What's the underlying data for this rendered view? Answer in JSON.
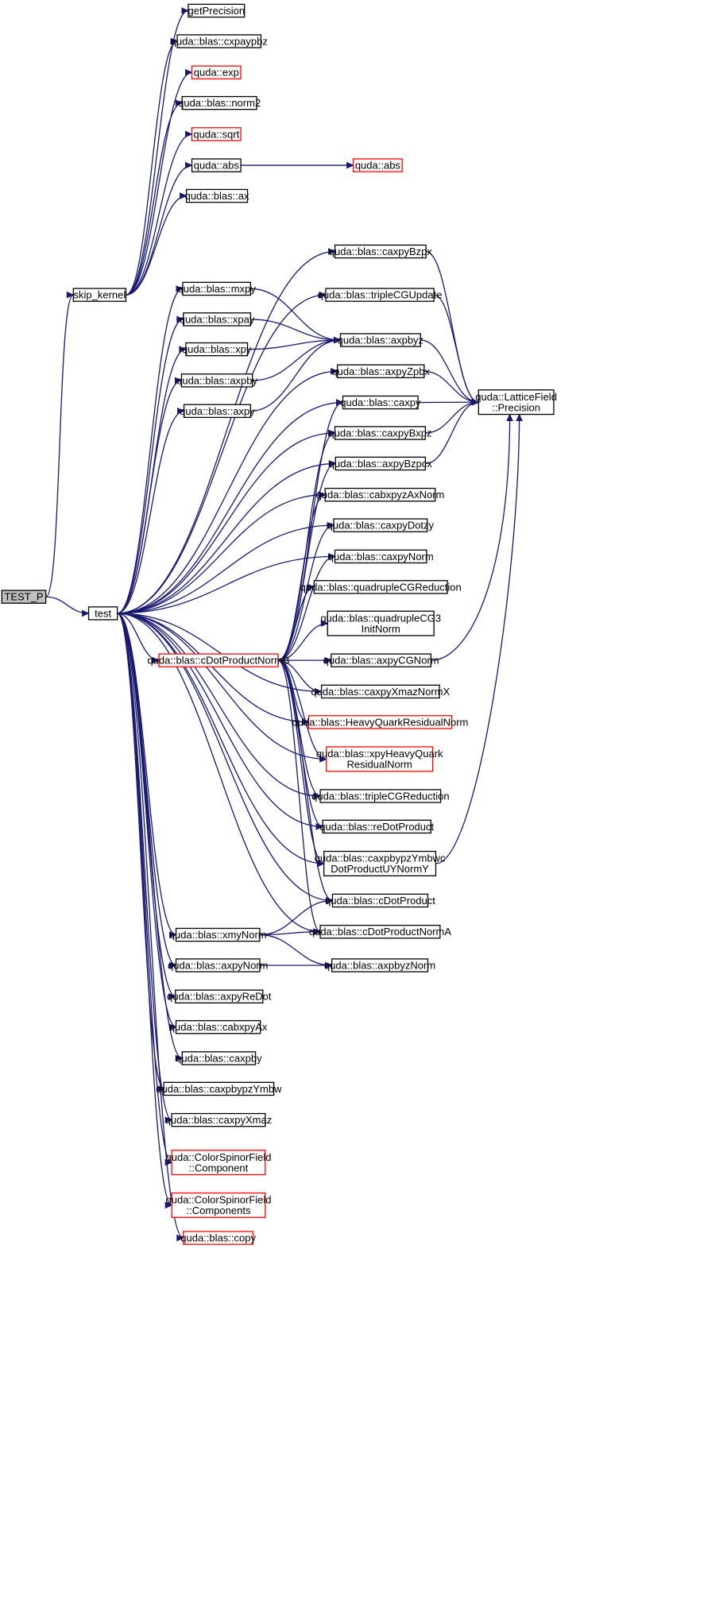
{
  "graph": {
    "edge_color": "#191970",
    "highlight_color": "#ff0000",
    "root_fill": "#bfbfbf",
    "nodes": [
      {
        "id": "TEST_P",
        "lines": [
          "TEST_P"
        ],
        "style": "root"
      },
      {
        "id": "skip_kernel",
        "lines": [
          "skip_kernel"
        ],
        "style": "normal"
      },
      {
        "id": "test",
        "lines": [
          "test"
        ],
        "style": "normal"
      },
      {
        "id": "getPrecision",
        "lines": [
          "getPrecision"
        ],
        "style": "normal"
      },
      {
        "id": "cxpaypbz",
        "lines": [
          "quda::blas::cxpaypbz"
        ],
        "style": "normal"
      },
      {
        "id": "exp",
        "lines": [
          "quda::exp"
        ],
        "style": "red"
      },
      {
        "id": "norm2",
        "lines": [
          "quda::blas::norm2"
        ],
        "style": "normal"
      },
      {
        "id": "sqrt",
        "lines": [
          "quda::sqrt"
        ],
        "style": "red"
      },
      {
        "id": "abs1",
        "lines": [
          "quda::abs"
        ],
        "style": "normal"
      },
      {
        "id": "abs2",
        "lines": [
          "quda::abs"
        ],
        "style": "red"
      },
      {
        "id": "ax",
        "lines": [
          "quda::blas::ax"
        ],
        "style": "normal"
      },
      {
        "id": "caxpyBzpx",
        "lines": [
          "quda::blas::caxpyBzpx"
        ],
        "style": "normal"
      },
      {
        "id": "mxpy",
        "lines": [
          "quda::blas::mxpy"
        ],
        "style": "normal"
      },
      {
        "id": "tripleCGUpdate",
        "lines": [
          "quda::blas::tripleCGUpdate"
        ],
        "style": "normal"
      },
      {
        "id": "xpay",
        "lines": [
          "quda::blas::xpay"
        ],
        "style": "normal"
      },
      {
        "id": "axpbyz",
        "lines": [
          "quda::blas::axpbyz"
        ],
        "style": "normal"
      },
      {
        "id": "xpy",
        "lines": [
          "quda::blas::xpy"
        ],
        "style": "normal"
      },
      {
        "id": "axpby",
        "lines": [
          "quda::blas::axpby"
        ],
        "style": "normal"
      },
      {
        "id": "axpyZpbx",
        "lines": [
          "quda::blas::axpyZpbx"
        ],
        "style": "normal"
      },
      {
        "id": "axpy",
        "lines": [
          "quda::blas::axpy"
        ],
        "style": "normal"
      },
      {
        "id": "LFPrecision",
        "lines": [
          "quda::LatticeField",
          "::Precision"
        ],
        "style": "normal"
      },
      {
        "id": "caxpy",
        "lines": [
          "quda::blas::caxpy"
        ],
        "style": "normal"
      },
      {
        "id": "caxpyBxpz",
        "lines": [
          "quda::blas::caxpyBxpz"
        ],
        "style": "normal"
      },
      {
        "id": "axpyBzpcx",
        "lines": [
          "quda::blas::axpyBzpcx"
        ],
        "style": "normal"
      },
      {
        "id": "cabxpyzAxNorm",
        "lines": [
          "quda::blas::cabxpyzAxNorm"
        ],
        "style": "normal"
      },
      {
        "id": "caxpyDotzy",
        "lines": [
          "quda::blas::caxpyDotzy"
        ],
        "style": "normal"
      },
      {
        "id": "caxpyNorm",
        "lines": [
          "quda::blas::caxpyNorm"
        ],
        "style": "normal"
      },
      {
        "id": "quadrupleCGReduction",
        "lines": [
          "quda::blas::quadrupleCGReduction"
        ],
        "style": "normal"
      },
      {
        "id": "quadrupleCG3InitNorm",
        "lines": [
          "quda::blas::quadrupleCG3",
          "InitNorm"
        ],
        "style": "normal"
      },
      {
        "id": "cDotProductNormB",
        "lines": [
          "quda::blas::cDotProductNormB"
        ],
        "style": "red"
      },
      {
        "id": "axpyCGNorm",
        "lines": [
          "quda::blas::axpyCGNorm"
        ],
        "style": "normal"
      },
      {
        "id": "caxpyXmazNormX",
        "lines": [
          "quda::blas::caxpyXmazNormX"
        ],
        "style": "normal"
      },
      {
        "id": "HeavyQuarkResidualNorm",
        "lines": [
          "quda::blas::HeavyQuarkResidualNorm"
        ],
        "style": "red"
      },
      {
        "id": "xpyHeavyQuarkResidualNorm",
        "lines": [
          "quda::blas::xpyHeavyQuark",
          "ResidualNorm"
        ],
        "style": "red"
      },
      {
        "id": "tripleCGReduction",
        "lines": [
          "quda::blas::tripleCGReduction"
        ],
        "style": "normal"
      },
      {
        "id": "reDotProduct",
        "lines": [
          "quda::blas::reDotProduct"
        ],
        "style": "normal"
      },
      {
        "id": "caxpbypzYmbwcDotProductUYNormY",
        "lines": [
          "quda::blas::caxpbypzYmbwc",
          "DotProductUYNormY"
        ],
        "style": "normal"
      },
      {
        "id": "cDotProduct",
        "lines": [
          "quda::blas::cDotProduct"
        ],
        "style": "normal"
      },
      {
        "id": "xmyNorm",
        "lines": [
          "quda::blas::xmyNorm"
        ],
        "style": "normal"
      },
      {
        "id": "cDotProductNormA",
        "lines": [
          "quda::blas::cDotProductNormA"
        ],
        "style": "normal"
      },
      {
        "id": "axpyNorm",
        "lines": [
          "quda::blas::axpyNorm"
        ],
        "style": "normal"
      },
      {
        "id": "axpbyzNorm",
        "lines": [
          "quda::blas::axpbyzNorm"
        ],
        "style": "normal"
      },
      {
        "id": "axpyReDot",
        "lines": [
          "quda::blas::axpyReDot"
        ],
        "style": "normal"
      },
      {
        "id": "cabxpyAx",
        "lines": [
          "quda::blas::cabxpyAx"
        ],
        "style": "normal"
      },
      {
        "id": "caxpby",
        "lines": [
          "quda::blas::caxpby"
        ],
        "style": "normal"
      },
      {
        "id": "caxpbypzYmbw",
        "lines": [
          "quda::blas::caxpbypzYmbw"
        ],
        "style": "normal"
      },
      {
        "id": "caxpyXmaz",
        "lines": [
          "quda::blas::caxpyXmaz"
        ],
        "style": "normal"
      },
      {
        "id": "CSFComponent",
        "lines": [
          "quda::ColorSpinorField",
          "::Component"
        ],
        "style": "red"
      },
      {
        "id": "CSFComponents",
        "lines": [
          "quda::ColorSpinorField",
          "::Components"
        ],
        "style": "red"
      },
      {
        "id": "copy",
        "lines": [
          "quda::blas::copy"
        ],
        "style": "red"
      }
    ],
    "edges": [
      [
        "TEST_P",
        "skip_kernel"
      ],
      [
        "TEST_P",
        "test"
      ],
      [
        "skip_kernel",
        "getPrecision"
      ],
      [
        "skip_kernel",
        "cxpaypbz"
      ],
      [
        "skip_kernel",
        "exp"
      ],
      [
        "skip_kernel",
        "norm2"
      ],
      [
        "skip_kernel",
        "sqrt"
      ],
      [
        "skip_kernel",
        "abs1"
      ],
      [
        "skip_kernel",
        "ax"
      ],
      [
        "abs1",
        "abs2"
      ],
      [
        "test",
        "caxpyBzpx"
      ],
      [
        "test",
        "tripleCGUpdate"
      ],
      [
        "test",
        "mxpy"
      ],
      [
        "test",
        "xpay"
      ],
      [
        "test",
        "xpy"
      ],
      [
        "test",
        "axpby"
      ],
      [
        "test",
        "axpy"
      ],
      [
        "test",
        "axpyZpbx"
      ],
      [
        "test",
        "caxpy"
      ],
      [
        "test",
        "caxpyBxpz"
      ],
      [
        "test",
        "axpyBzpcx"
      ],
      [
        "test",
        "cabxpyzAxNorm"
      ],
      [
        "test",
        "caxpyDotzy"
      ],
      [
        "test",
        "caxpyNorm"
      ],
      [
        "test",
        "cDotProductNormB"
      ],
      [
        "test",
        "caxpyXmazNormX"
      ],
      [
        "test",
        "HeavyQuarkResidualNorm"
      ],
      [
        "test",
        "xpyHeavyQuarkResidualNorm"
      ],
      [
        "test",
        "tripleCGReduction"
      ],
      [
        "test",
        "reDotProduct"
      ],
      [
        "test",
        "caxpbypzYmbwcDotProductUYNormY"
      ],
      [
        "test",
        "cDotProduct"
      ],
      [
        "test",
        "cDotProductNormA"
      ],
      [
        "test",
        "xmyNorm"
      ],
      [
        "test",
        "axpyNorm"
      ],
      [
        "test",
        "axpyReDot"
      ],
      [
        "test",
        "cabxpyAx"
      ],
      [
        "test",
        "caxpby"
      ],
      [
        "test",
        "caxpbypzYmbw"
      ],
      [
        "test",
        "caxpyXmaz"
      ],
      [
        "test",
        "CSFComponent"
      ],
      [
        "test",
        "CSFComponents"
      ],
      [
        "test",
        "copy"
      ],
      [
        "mxpy",
        "axpbyz"
      ],
      [
        "xpay",
        "axpbyz"
      ],
      [
        "xpy",
        "axpbyz"
      ],
      [
        "axpby",
        "axpbyz"
      ],
      [
        "axpy",
        "axpbyz"
      ],
      [
        "caxpyBzpx",
        "LFPrecision"
      ],
      [
        "tripleCGUpdate",
        "LFPrecision"
      ],
      [
        "axpbyz",
        "LFPrecision"
      ],
      [
        "axpyZpbx",
        "LFPrecision"
      ],
      [
        "caxpy",
        "LFPrecision"
      ],
      [
        "caxpyBxpz",
        "LFPrecision"
      ],
      [
        "axpyBzpcx",
        "LFPrecision"
      ],
      [
        "axpyCGNorm",
        "LFPrecision"
      ],
      [
        "caxpbypzYmbwcDotProductUYNormY",
        "LFPrecision"
      ],
      [
        "cDotProductNormB",
        "caxpy"
      ],
      [
        "cDotProductNormB",
        "caxpyBxpz"
      ],
      [
        "cDotProductNormB",
        "axpyBzpcx"
      ],
      [
        "cDotProductNormB",
        "cabxpyzAxNorm"
      ],
      [
        "cDotProductNormB",
        "caxpyDotzy"
      ],
      [
        "cDotProductNormB",
        "caxpyNorm"
      ],
      [
        "cDotProductNormB",
        "quadrupleCGReduction"
      ],
      [
        "cDotProductNormB",
        "quadrupleCG3InitNorm"
      ],
      [
        "cDotProductNormB",
        "axpyCGNorm"
      ],
      [
        "cDotProductNormB",
        "caxpyXmazNormX"
      ],
      [
        "cDotProductNormB",
        "HeavyQuarkResidualNorm"
      ],
      [
        "cDotProductNormB",
        "xpyHeavyQuarkResidualNorm"
      ],
      [
        "cDotProductNormB",
        "tripleCGReduction"
      ],
      [
        "cDotProductNormB",
        "reDotProduct"
      ],
      [
        "cDotProductNormB",
        "caxpbypzYmbwcDotProductUYNormY"
      ],
      [
        "cDotProductNormB",
        "cDotProduct"
      ],
      [
        "cDotProductNormB",
        "cDotProductNormA"
      ],
      [
        "xmyNorm",
        "cDotProduct"
      ],
      [
        "xmyNorm",
        "cDotProductNormA"
      ],
      [
        "xmyNorm",
        "axpbyzNorm"
      ],
      [
        "axpyNorm",
        "axpbyzNorm"
      ]
    ]
  }
}
